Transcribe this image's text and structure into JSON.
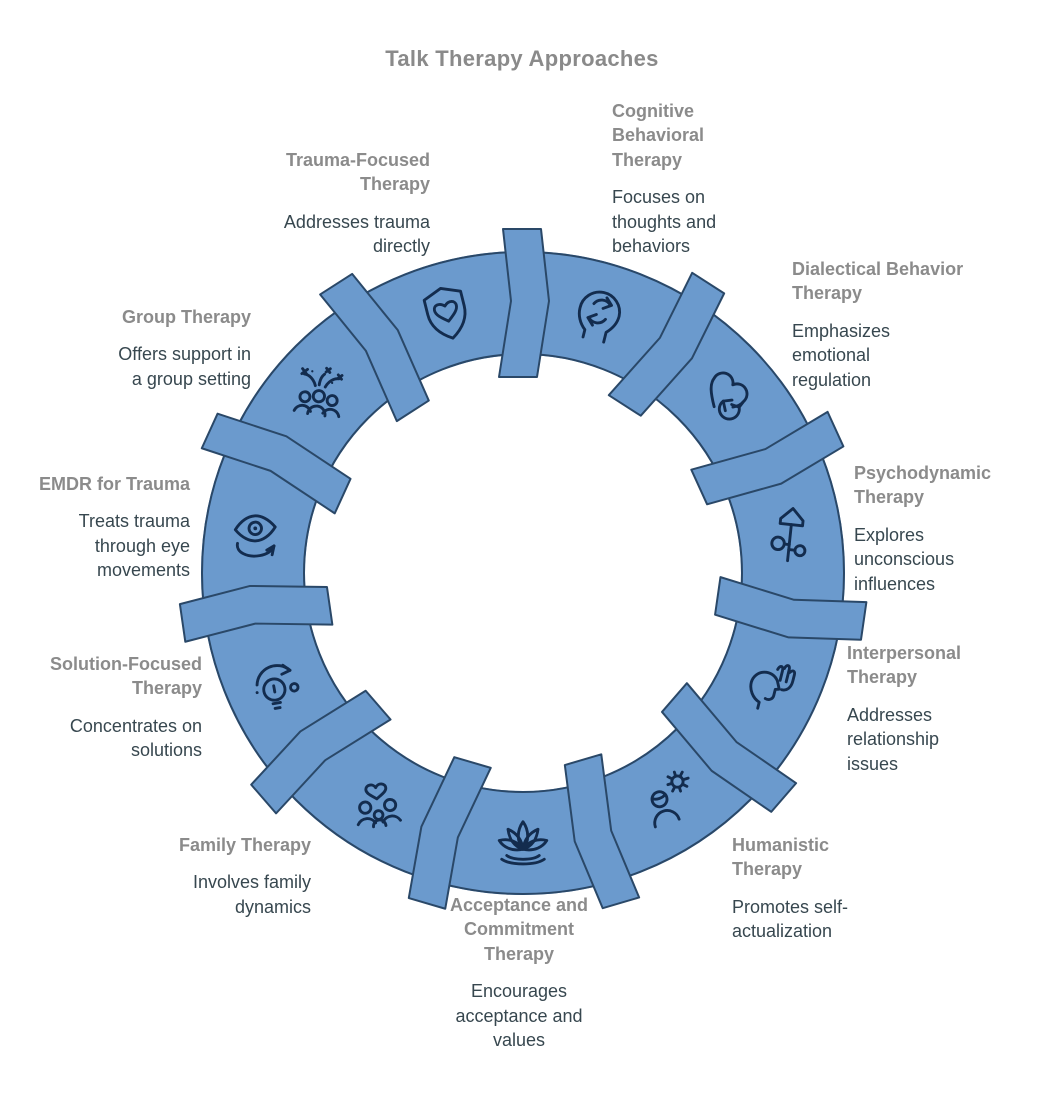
{
  "title": "Talk Therapy Approaches",
  "diagram": {
    "type": "circular-cycle",
    "segment_count": 11
  },
  "colors": {
    "ring_fill": "#6b9acd",
    "ring_outline": "#2a4868",
    "icon_stroke": "#132c4e",
    "heading_text": "#8b8b8b",
    "body_text": "#37474f",
    "background": "#ffffff"
  },
  "segments": [
    {
      "title": "Cognitive Behavioral Therapy",
      "description": "Focuses on thoughts and behaviors",
      "icon": "head-refresh-icon"
    },
    {
      "title": "Dialectical Behavior Therapy",
      "description": "Emphasizes emotional regulation",
      "icon": "heart-refresh-icon"
    },
    {
      "title": "Psychodynamic Therapy",
      "description": "Explores unconscious influences",
      "icon": "growth-arrow-icon"
    },
    {
      "title": "Interpersonal Therapy",
      "description": "Addresses relationship issues",
      "icon": "head-hand-icon"
    },
    {
      "title": "Humanistic Therapy",
      "description": "Promotes self-actualization",
      "icon": "person-sun-icon"
    },
    {
      "title": "Acceptance and Commitment Therapy",
      "description": "Encourages acceptance and values",
      "icon": "lotus-icon"
    },
    {
      "title": "Family Therapy",
      "description": "Involves family dynamics",
      "icon": "family-heart-icon"
    },
    {
      "title": "Solution-Focused Therapy",
      "description": "Concentrates on solutions",
      "icon": "lightbulb-arrow-icon"
    },
    {
      "title": "EMDR for Trauma",
      "description": "Treats trauma through eye movements",
      "icon": "eye-motion-icon"
    },
    {
      "title": "Group Therapy",
      "description": "Offers support in a group setting",
      "icon": "group-celebration-icon"
    },
    {
      "title": "Trauma-Focused Therapy",
      "description": "Addresses trauma directly",
      "icon": "shield-heart-icon"
    }
  ]
}
